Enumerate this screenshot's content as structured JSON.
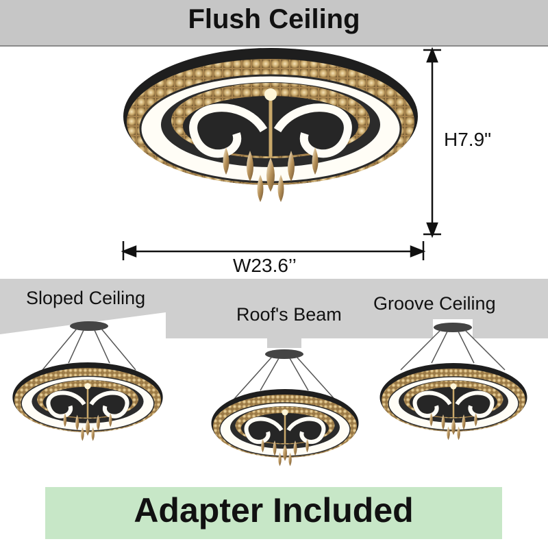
{
  "header": {
    "title": "Flush Ceiling"
  },
  "dimensions": {
    "height": "H7.9\"",
    "width": "W23.6’’"
  },
  "mounting_options": {
    "sloped": "Sloped Ceiling",
    "beam": "Roof's Beam",
    "groove": "Groove Ceiling"
  },
  "footer": {
    "adapter": "Adapter Included"
  },
  "colors": {
    "band_gray": "#c6c6c6",
    "ceiling_gray": "#cfcfcf",
    "adapter_green": "#c7e7c7",
    "frame_dark": "#2a2a2a",
    "crystal_gold": "#c9a86a",
    "glow_white": "#fffdf6"
  }
}
